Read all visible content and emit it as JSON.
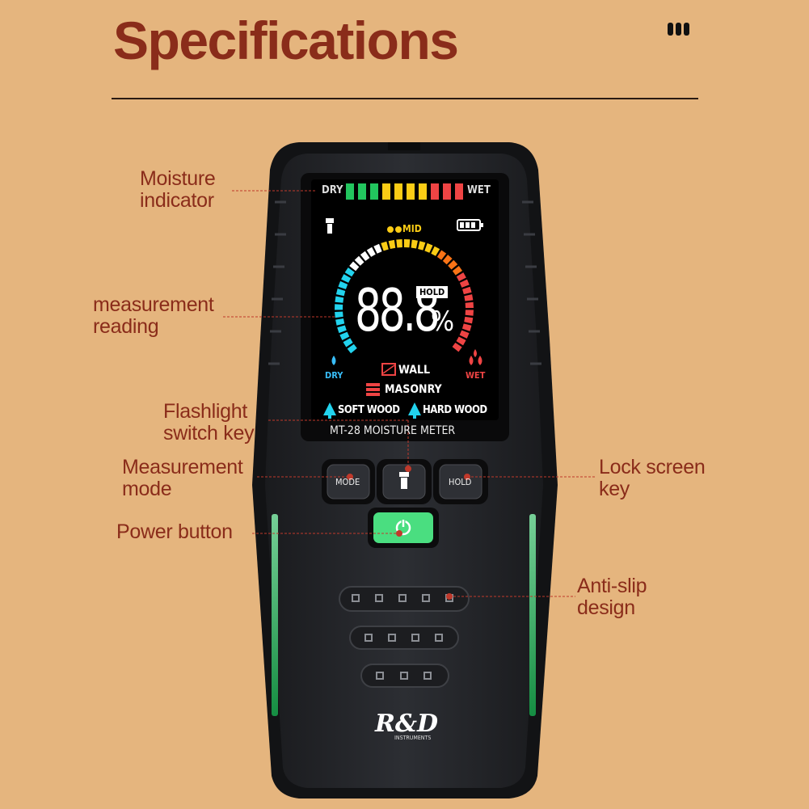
{
  "page": {
    "title": "Specifications"
  },
  "icons": {
    "menu": "menu-icon"
  },
  "callouts": {
    "moisture_indicator": [
      "Moisture",
      "indicator"
    ],
    "measurement_reading": [
      "measurement",
      "reading"
    ],
    "flashlight_key": [
      "Flashlight",
      "switch key"
    ],
    "measurement_mode": [
      "Measurement",
      "mode"
    ],
    "power_button": "Power button",
    "lock_screen_key": [
      "Lock screen",
      "key"
    ],
    "anti_slip": [
      "Anti-slip",
      "design"
    ]
  },
  "screen": {
    "dry_label": "DRY",
    "wet_label": "WET",
    "mid_label": "MID",
    "reading_value": "88.8",
    "reading_unit": "%",
    "hold_badge": "HOLD",
    "dial_dry": "DRY",
    "dial_wet": "WET",
    "mode_wall": "WALL",
    "mode_masonry": "MASONRY",
    "mode_soft_wood": "SOFT WOOD",
    "mode_hard_wood": "HARD WOOD",
    "model_name": "MT-28 MOISTURE METER",
    "indicator_colors": [
      "#22c55e",
      "#22c55e",
      "#22c55e",
      "#facc15",
      "#facc15",
      "#facc15",
      "#facc15",
      "#ef4444",
      "#ef4444",
      "#ef4444"
    ]
  },
  "buttons": {
    "mode": "MODE",
    "hold": "HOLD"
  },
  "brand": {
    "logo": "R&D",
    "sub": "INSTRUMENTS"
  },
  "colors": {
    "background": "#e5b57e",
    "accent": "#8a2c1a",
    "power_green": "#4ade80"
  }
}
